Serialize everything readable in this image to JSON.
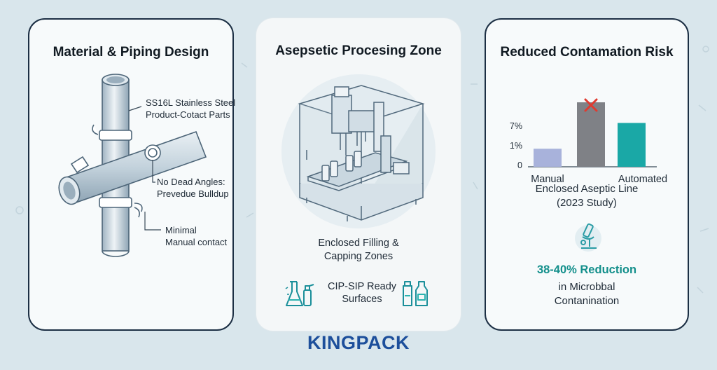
{
  "panels": {
    "material": {
      "title": "Material & Piping Design",
      "callouts": [
        "SS16L Stainless Steel",
        "Product-Cotact Parts",
        "No Dead Angles:",
        "Prevedue Bulldup",
        "Minimal",
        "Manual contact"
      ]
    },
    "processing": {
      "title": "Asepsetic Procesing Zone",
      "zone_line1": "Enclosed Filling &",
      "zone_line2": "Capping Zones",
      "cip_line1": "CIP-SIP Ready",
      "cip_line2": "Surfaces",
      "icons": [
        "flask-spray-icon",
        "bottles-icon"
      ]
    },
    "contamination": {
      "title": "Reduced Contamation Risk",
      "caption_line1": "Enclosed Aseptic Line",
      "caption_line2": "(2023 Study)",
      "reduction": "38-40% Reduction",
      "reduction_line2": "in Microbbal",
      "reduction_line3": "Contanination",
      "icon": "microscope-icon"
    }
  },
  "chart_data": {
    "type": "bar",
    "y_tick_labels": [
      "0",
      "1%",
      "7%"
    ],
    "category_labels": [
      "Manual",
      "Automated"
    ],
    "bars": [
      {
        "relative_height": 0.28,
        "color": "#a8b2db"
      },
      {
        "relative_height": 1.0,
        "color": "#7f8186",
        "marker": "cross"
      },
      {
        "relative_height": 0.68,
        "color": "#1aa8a6"
      }
    ],
    "marker_color": "#e03a2f",
    "grid": false
  },
  "brand": {
    "logo_text": "KINGPACK",
    "logo_color": "#1d4f9b"
  }
}
